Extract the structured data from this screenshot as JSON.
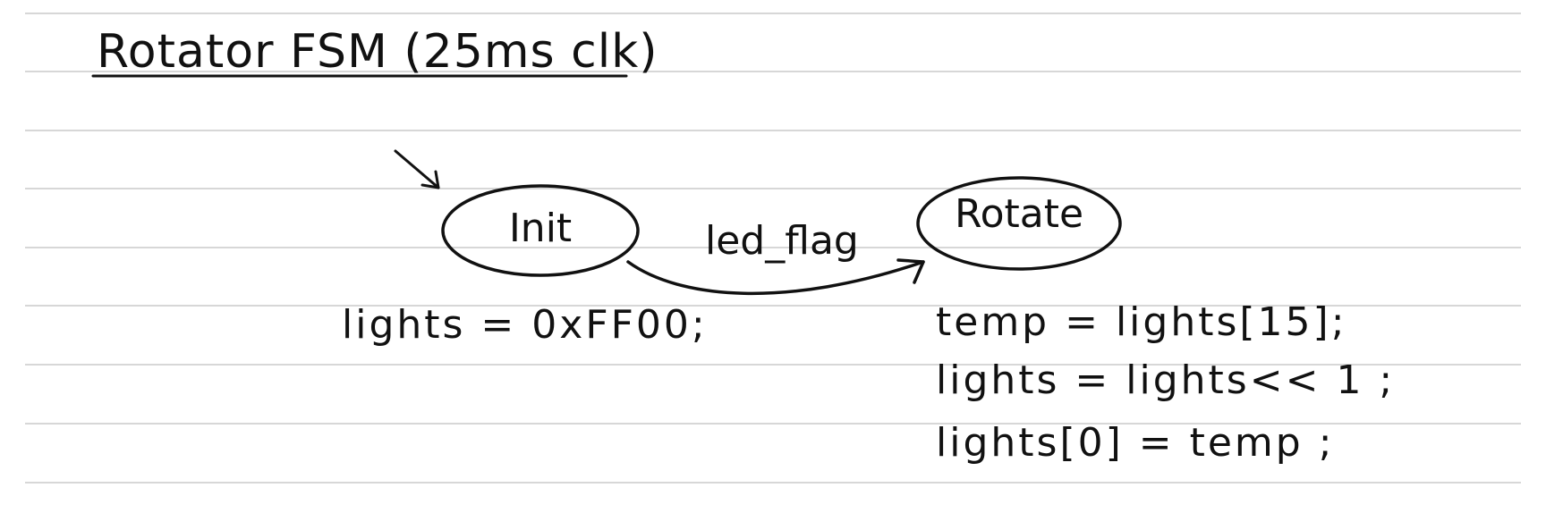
{
  "page": {
    "title": "Rotator FSM (25ms clk)"
  },
  "states": [
    {
      "name": "Init",
      "initial": true,
      "actions": [
        "lights = 0xFF00;"
      ]
    },
    {
      "name": "Rotate",
      "initial": false,
      "actions": [
        "temp = lights[15];",
        "lights = lights<< 1 ;",
        "lights[0] = temp ;"
      ]
    }
  ],
  "transitions": [
    {
      "from": "Init",
      "to": "Rotate",
      "label": "led_flag"
    }
  ],
  "colors": {
    "ink": "#111111",
    "rule_line": "#d7d7d7",
    "paper": "#ffffff"
  }
}
